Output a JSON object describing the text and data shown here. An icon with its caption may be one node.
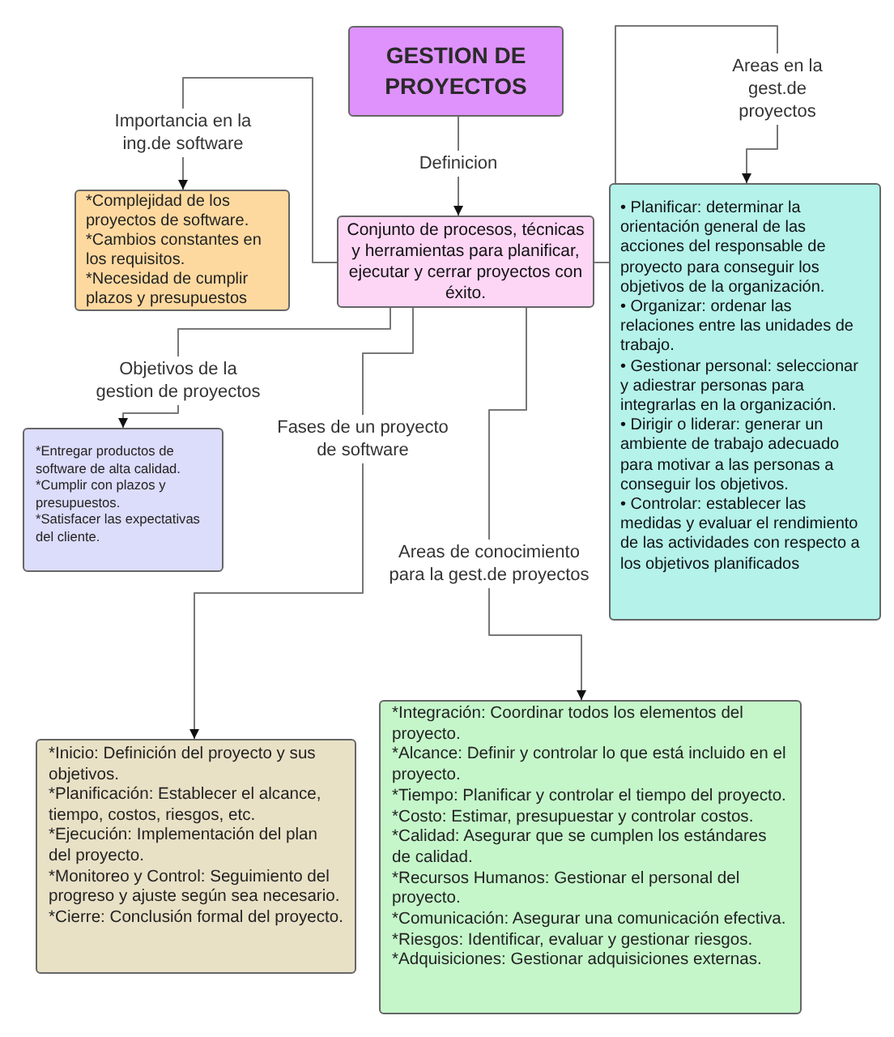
{
  "diagram": {
    "nodes": [
      {
        "text": [
          "GESTION DE PROYECTOS"
        ]
      },
      {
        "text": [
          "Conjunto de procesos, técnicas y herramientas para planificar, ejecutar y cerrar proyectos con éxito."
        ]
      },
      {
        "text": [
          "*Complejidad de los proyectos de software.",
          "*Cambios constantes en los requisitos.",
          "*Necesidad de cumplir plazos y presupuestos"
        ]
      },
      {
        "text": [
          "• Planificar: determinar la orientación general de las acciones del responsable de proyecto para conseguir los objetivos de la organización.",
          "• Organizar: ordenar las relaciones entre las unidades de trabajo.",
          "• Gestionar personal: seleccionar y adiestrar personas para integrarlas en la organización.",
          "• Dirigir o liderar: generar un ambiente de trabajo adecuado para motivar a las personas a conseguir los objetivos.",
          "• Controlar: establecer las medidas y evaluar el rendimiento de las actividades con respecto a los objetivos planificados"
        ]
      },
      {
        "text": [
          "*Entregar productos de software de alta calidad.",
          "*Cumplir con plazos y presupuestos.",
          "*Satisfacer las expectativas del cliente."
        ]
      },
      {
        "text": [
          "*Inicio: Definición del proyecto y sus objetivos.",
          "*Planificación: Establecer el alcance, tiempo, costos, riesgos, etc.",
          "*Ejecución: Implementación del plan del proyecto.",
          "*Monitoreo y Control: Seguimiento del progreso y ajuste según sea necesario.",
          "*Cierre: Conclusión formal del proyecto."
        ]
      },
      {
        "text": [
          "*Integración: Coordinar todos los elementos del proyecto.",
          "*Alcance: Definir y controlar lo que está incluido en el proyecto.",
          "*Tiempo: Planificar y controlar el tiempo del proyecto.",
          "*Costo: Estimar, presupuestar y controlar costos.",
          "*Calidad: Asegurar que se cumplen los estándares de calidad.",
          "*Recursos Humanos: Gestionar el personal del proyecto.",
          "*Comunicación: Asegurar una comunicación efectiva.",
          "*Riesgos: Identificar, evaluar y gestionar riesgos.",
          "*Adquisiciones: Gestionar adquisiciones externas."
        ]
      }
    ],
    "edges": [
      {
        "from": 0,
        "to": 1,
        "arrow": "to",
        "label": "Definicion"
      },
      {
        "from": 1,
        "to": 2,
        "arrow": "to",
        "label": "Importancia en la ing.de software"
      },
      {
        "from": 1,
        "to": 3,
        "arrow": "to",
        "label": "Areas en la gest.de proyectos"
      },
      {
        "from": 1,
        "to": 4,
        "arrow": "to",
        "label": "Objetivos de la gestion de proyectos"
      },
      {
        "from": 1,
        "to": 5,
        "arrow": "to",
        "label": "Fases de un proyecto de software"
      },
      {
        "from": 1,
        "to": 6,
        "arrow": "to",
        "label": "Areas de conocimiento para la gest.de proyectos"
      }
    ]
  }
}
